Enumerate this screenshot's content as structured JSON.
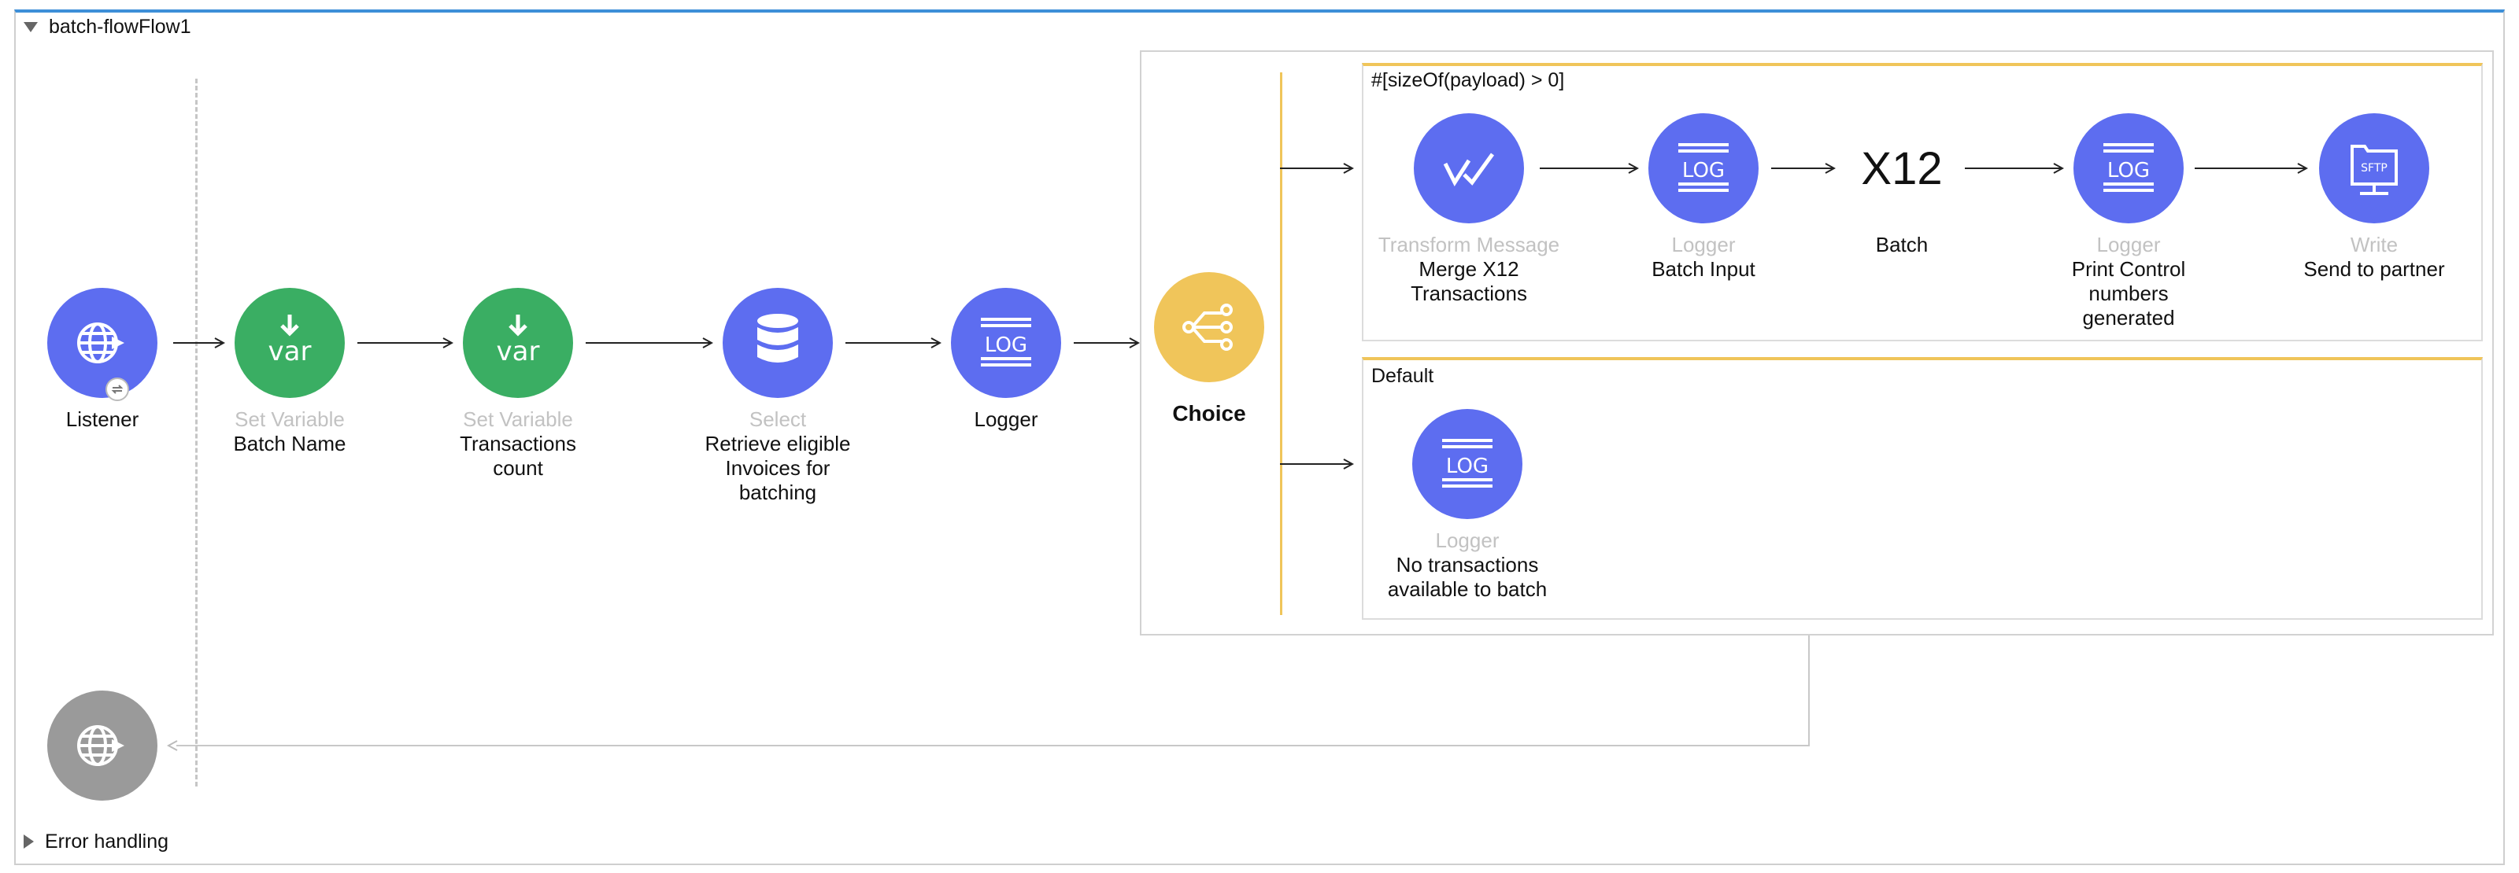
{
  "flow": {
    "title": "batch-flowFlow1",
    "error_label": "Error handling"
  },
  "nodes": {
    "listener": {
      "label": "Listener",
      "icon": "globe-icon"
    },
    "set_var_1": {
      "type": "Set Variable",
      "label": "Batch Name",
      "icon": "var-icon"
    },
    "set_var_2": {
      "type": "Set Variable",
      "label": "Transactions\ncount",
      "icon": "var-icon"
    },
    "select": {
      "type": "Select",
      "label": "Retrieve eligible\nInvoices for\nbatching",
      "icon": "database-icon"
    },
    "logger_main": {
      "label": "Logger",
      "icon": "log-icon"
    },
    "choice": {
      "label": "Choice",
      "icon": "choice-icon"
    },
    "transform": {
      "type": "Transform Message",
      "label": "Merge X12\nTransactions",
      "icon": "transform-icon"
    },
    "logger_batch": {
      "type": "Logger",
      "label": "Batch Input",
      "icon": "log-icon"
    },
    "batch": {
      "glyph": "X12",
      "label": "Batch"
    },
    "logger_print": {
      "type": "Logger",
      "label": "Print Control\nnumbers\ngenerated",
      "icon": "log-icon"
    },
    "write": {
      "type": "Write",
      "label": "Send to partner",
      "icon": "sftp-icon",
      "icon_text": "SFTP"
    },
    "logger_none": {
      "type": "Logger",
      "label": "No transactions\navailable to batch",
      "icon": "log-icon"
    },
    "return": {
      "icon": "globe-icon"
    }
  },
  "routes": {
    "when": "#[sizeOf(payload) > 0]",
    "default": "Default"
  },
  "icon_text": {
    "log": "LOG",
    "var": "var"
  },
  "colors": {
    "processor": "#5d6df0",
    "variable": "#3aae63",
    "router": "#f0c55a",
    "source_return": "#9a9a9a",
    "flow_header": "#3d8fd8"
  }
}
